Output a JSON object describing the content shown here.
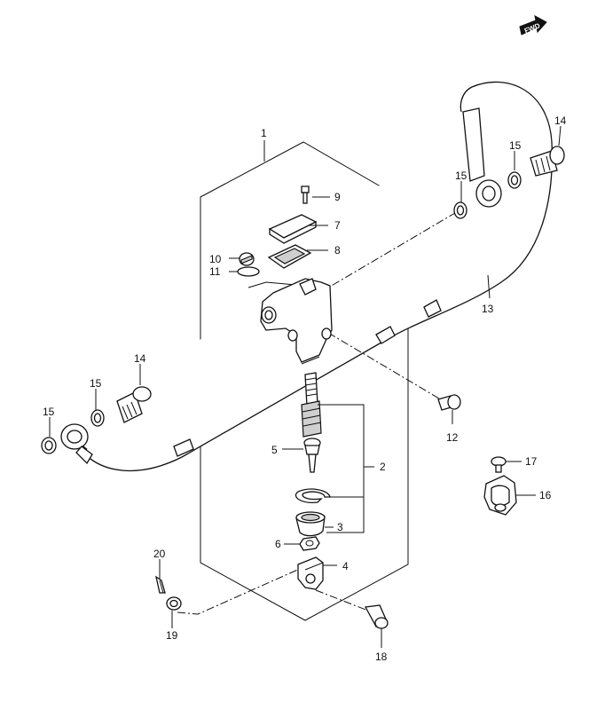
{
  "direction_badge": {
    "label": "FWD"
  },
  "callouts": [
    "1",
    "2",
    "3",
    "4",
    "5",
    "6",
    "7",
    "8",
    "9",
    "10",
    "11",
    "12",
    "13",
    "14",
    "14",
    "15",
    "15",
    "15",
    "16",
    "17",
    "18",
    "19",
    "20"
  ]
}
